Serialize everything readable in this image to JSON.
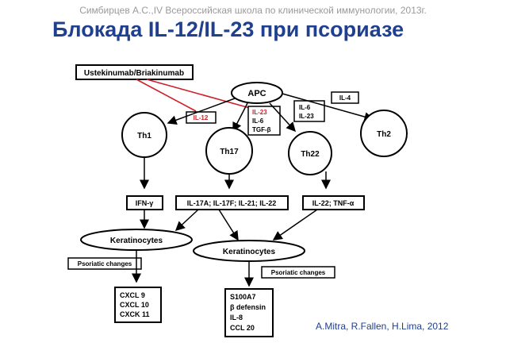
{
  "header": {
    "attribution": "Симбирцев А.С.,IV Всероссийская школа по клинической иммунологии, 2013г.",
    "title": "Блокада IL-12/IL-23 при псориазе"
  },
  "diagram": {
    "drug": "Ustekinumab/Briakinumab",
    "apc": "APC",
    "il12": "IL-12",
    "cytokines_th17": [
      "IL-23",
      "IL-6",
      "TGF-β"
    ],
    "cytokines_th22": [
      "IL-6",
      "IL-23"
    ],
    "il4": "IL-4",
    "th1": "Th1",
    "th17": "Th17",
    "th22": "Th22",
    "th2": "Th2",
    "ifng": "IFN-γ",
    "th17_outputs": "IL-17A; IL-17F; IL-21; IL-22",
    "th22_outputs": "IL-22; TNF-α",
    "keratinocytes_left": "Keratinocytes",
    "keratinocytes_center": "Keratinocytes",
    "psoriatic_left": "Psoriatic changes",
    "psoriatic_right": "Psoriatic changes",
    "chemokines_left": [
      "CXCL 9",
      "CXCL 10",
      "CXCK 11"
    ],
    "markers_right": [
      "S100A7",
      "β defensin",
      "IL-8",
      "CCL 20"
    ],
    "colors": {
      "inhibition": "#d0202a",
      "title": "#1f3f8f"
    }
  },
  "footer": {
    "citation": "A.Mitra, R.Fallen, H.Lima, 2012"
  }
}
